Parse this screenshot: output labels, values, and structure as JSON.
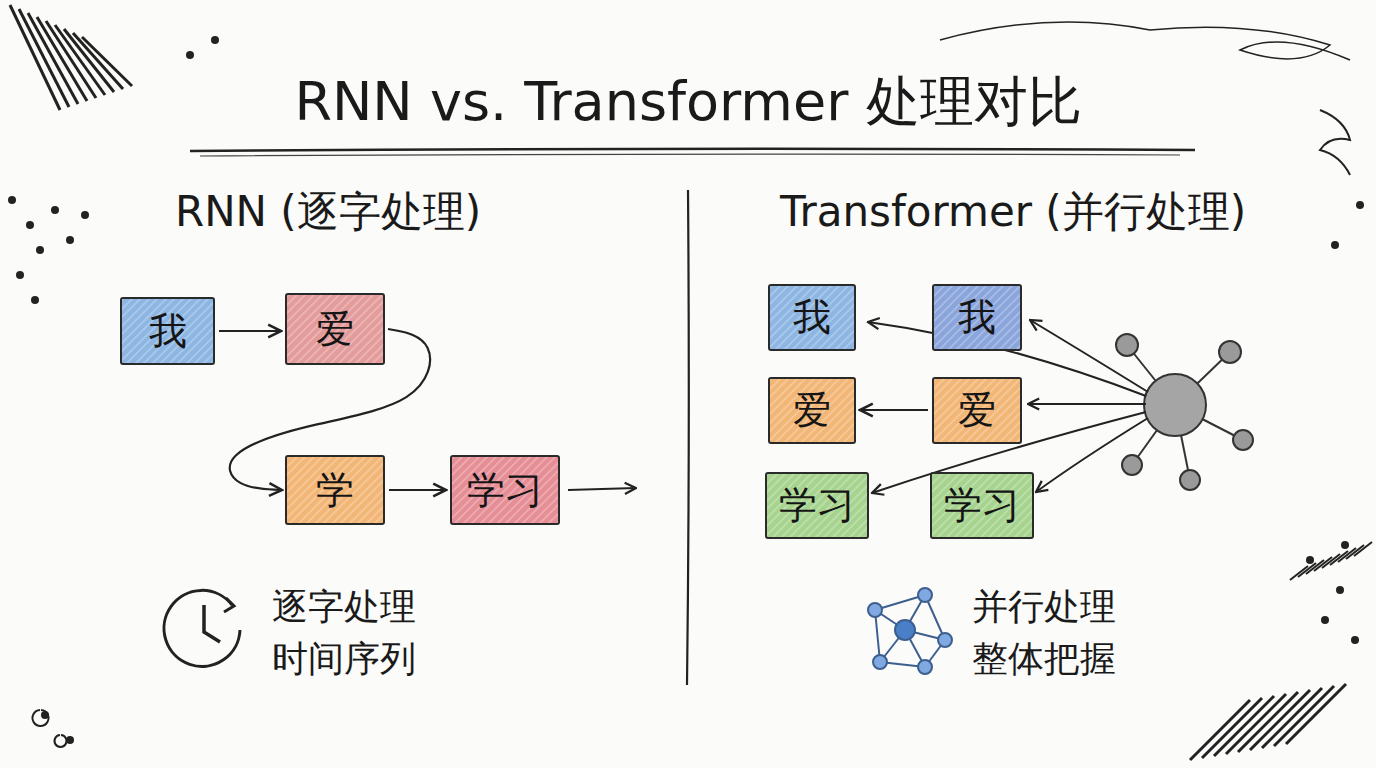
{
  "diagram": {
    "title": "RNN vs. Transformer 处理对比",
    "nodes": [
      {
        "text": [
          "我"
        ]
      },
      {
        "text": [
          "爱"
        ]
      },
      {
        "text": [
          "学"
        ]
      },
      {
        "text": [
          "学习"
        ]
      },
      {
        "text": [
          "我"
        ]
      },
      {
        "text": [
          "我"
        ]
      },
      {
        "text": [
          "爱"
        ]
      },
      {
        "text": [
          "爱"
        ]
      },
      {
        "text": [
          "学习"
        ]
      },
      {
        "text": [
          "学习"
        ]
      }
    ],
    "edges": [
      {
        "from": 0,
        "to": 1,
        "arrow": "to"
      },
      {
        "from": 1,
        "to": 2,
        "arrow": "to"
      },
      {
        "from": 2,
        "to": 3,
        "arrow": "to"
      },
      {
        "from": 7,
        "to": 6,
        "arrow": "to"
      }
    ],
    "labels": [
      "RNN (逐字处理)",
      "Transformer (并行处理)",
      "逐字处理",
      "时间序列",
      "并行处理",
      "整体把握"
    ]
  }
}
